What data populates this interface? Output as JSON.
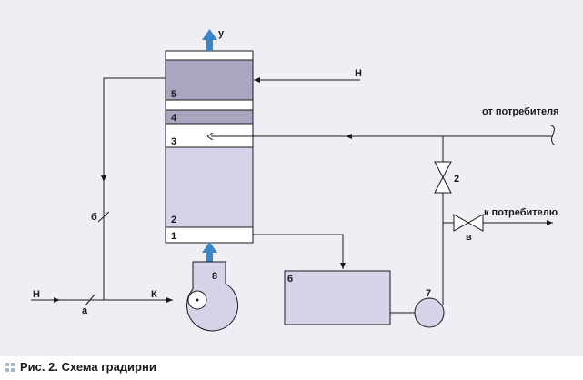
{
  "caption": "Рис. 2. Схема градирни",
  "colors": {
    "background": "#efeef4",
    "zone_light": "#d6d3e8",
    "zone_dark": "#a9a6c1",
    "line": "#1a1a1a",
    "flow_arrow": "#3a86c8"
  },
  "labels": {
    "top_outlet": "у",
    "air_in_upper": "Н",
    "from_consumer": "от потребителя",
    "to_consumer": "к потребителю",
    "valve_v": "в",
    "valve_2": "2",
    "valve_b": "б",
    "valve_a": "а",
    "air_in_lower": "Н",
    "air_k": "К",
    "sec_1": "1",
    "sec_2": "2",
    "sec_3": "3",
    "sec_4": "4",
    "sec_5": "5",
    "tank_6": "6",
    "pump_7": "7",
    "fan_8": "8"
  }
}
